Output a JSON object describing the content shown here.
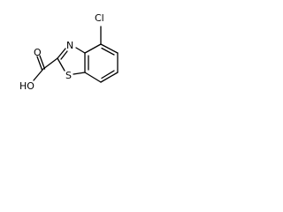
{
  "molecule": {
    "atoms": {
      "chlorine": "Cl",
      "nitrogen": "N",
      "sulfur": "S",
      "oxygen_carbonyl": "O",
      "hydroxyl": "HO"
    }
  }
}
